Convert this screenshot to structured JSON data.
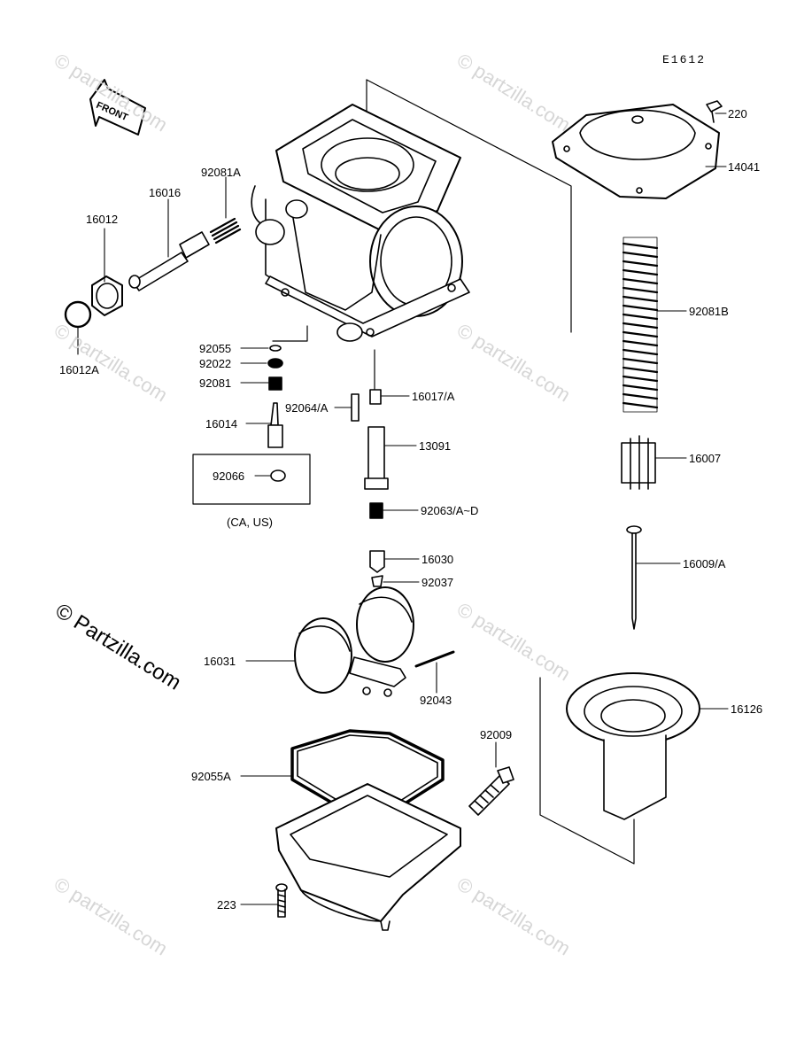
{
  "figure_id": "E1612",
  "front_label": "FRONT",
  "region_note": "(CA, US)",
  "watermark": "© Partzilla.com",
  "watermark_faint": "© partzilla.com",
  "parts": [
    {
      "id": "p220",
      "label": "220"
    },
    {
      "id": "p14041",
      "label": "14041"
    },
    {
      "id": "p92081B",
      "label": "92081B"
    },
    {
      "id": "p16007",
      "label": "16007"
    },
    {
      "id": "p16009A",
      "label": "16009/A"
    },
    {
      "id": "p16126",
      "label": "16126"
    },
    {
      "id": "p92081A",
      "label": "92081A"
    },
    {
      "id": "p16016",
      "label": "16016"
    },
    {
      "id": "p16012",
      "label": "16012"
    },
    {
      "id": "p16012A",
      "label": "16012A"
    },
    {
      "id": "p92055",
      "label": "92055"
    },
    {
      "id": "p92022",
      "label": "92022"
    },
    {
      "id": "p92081",
      "label": "92081"
    },
    {
      "id": "p92064A",
      "label": "92064/A"
    },
    {
      "id": "p16017A",
      "label": "16017/A"
    },
    {
      "id": "p16014",
      "label": "16014"
    },
    {
      "id": "p13091",
      "label": "13091"
    },
    {
      "id": "p92066",
      "label": "92066"
    },
    {
      "id": "p92063AD",
      "label": "92063/A~D"
    },
    {
      "id": "p16030",
      "label": "16030"
    },
    {
      "id": "p92037",
      "label": "92037"
    },
    {
      "id": "p16031",
      "label": "16031"
    },
    {
      "id": "p92043",
      "label": "92043"
    },
    {
      "id": "p92009",
      "label": "92009"
    },
    {
      "id": "p92055A",
      "label": "92055A"
    },
    {
      "id": "p223",
      "label": "223"
    }
  ]
}
